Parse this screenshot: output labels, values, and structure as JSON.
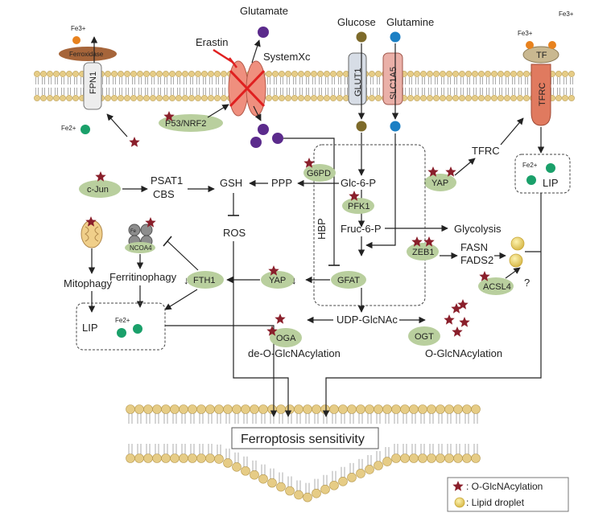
{
  "colors": {
    "membrane": "#e6cc86",
    "oglcnac_star": "#8a1f2b",
    "lipid_droplet": "#f3dc62",
    "fe3": "#e8821e",
    "fe2": "#1aa06a",
    "protein_oval": "#b9cf9e",
    "glucose": "#7d6a2a",
    "glutamine": "#1b7fc4",
    "glutamate": "#5b2b8c",
    "tfrc": "#e07a5f",
    "inhibit": "#e02020"
  },
  "transporters": {
    "fpn1": "FPN1",
    "ferroxidase": "Ferroxidase",
    "systemxc": "SystemXc",
    "glut1": "GLUT1",
    "slc1a5": "SLC1A5",
    "tfrc": "TFRC",
    "tf": "TF"
  },
  "metabolites": {
    "glutamate": "Glutamate",
    "glucose": "Glucose",
    "glutamine": "Glutamine",
    "erastin": "Erastin",
    "fe3_left": "Fe3+",
    "fe3_right_a": "Fe3+",
    "fe3_right_b": "Fe3+",
    "fe2_left": "Fe2+",
    "fe2_lip_right": "Fe2+",
    "fe2_lip_left": "Fe2+"
  },
  "nodes": {
    "p53nrf2": "P53/NRF2",
    "cjun": "c-Jun",
    "psat1": "PSAT1",
    "cbs": "CBS",
    "gsh": "GSH",
    "ppp": "PPP",
    "g6pd": "G6PD",
    "glc6p": "Glc-6-P",
    "pfk1": "PFK1",
    "fruc6p": "Fruc-6-P",
    "glycolysis": "Glycolysis",
    "hbp": "HBP",
    "ros": "ROS",
    "gfat": "GFAT",
    "yap_mid": "YAP",
    "fth1": "FTH1",
    "ncoa4": "NCOA4",
    "fe_cluster": "Fe",
    "mitophagy": "Mitophagy",
    "ferritinophagy": "Ferritinophagy",
    "lip_left": "LIP",
    "lip_right": "LIP",
    "yap_right": "YAP",
    "tfrc_node": "TFRC",
    "zeb1": "ZEB1",
    "fasn": "FASN",
    "fads2": "FADS2",
    "acsl4": "ACSL4",
    "question": "?",
    "udp_glcnac": "UDP-GlcNAc",
    "oga": "OGA",
    "ogt": "OGT",
    "de_oglcnac": "de-O-GlcNAcylation",
    "oglcnac": "O-GlcNAcylation",
    "ferroptosis": "Ferroptosis sensitivity"
  },
  "legend": {
    "star_label": ": O-GlcNAcylation",
    "droplet_label": ": Lipid droplet"
  }
}
